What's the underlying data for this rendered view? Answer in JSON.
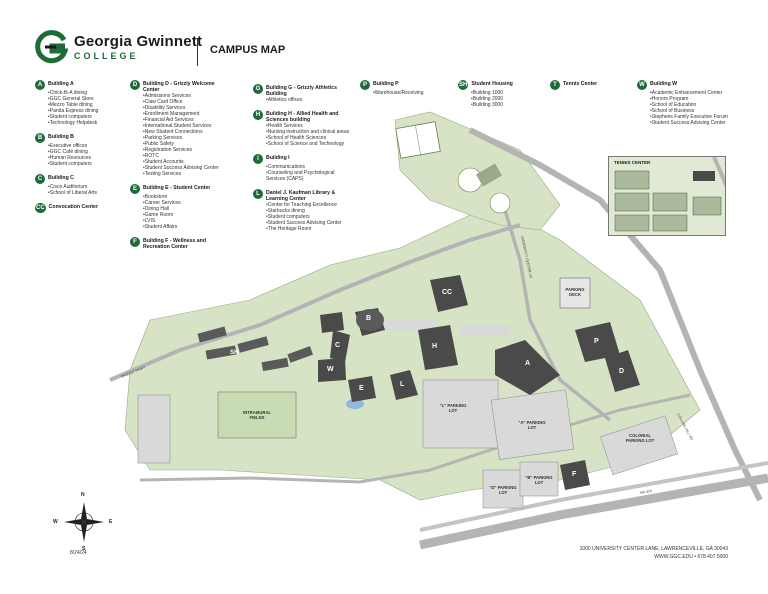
{
  "header": {
    "logo_name": "Georgia Gwinnett",
    "logo_sub": "COLLEGE",
    "title": "CAMPUS MAP"
  },
  "legend": {
    "col1": [
      {
        "badge": "A",
        "title": "Building A",
        "items": [
          "Chick-fil-A dining",
          "GGC General Store",
          "Mezzo Table dining",
          "Panda Express dining",
          "Student computers",
          "Technology Helpdesk"
        ]
      },
      {
        "badge": "B",
        "title": "Building B",
        "items": [
          "Executive offices",
          "GGC Café dining",
          "Human Resources",
          "Student computers"
        ]
      },
      {
        "badge": "C",
        "title": "Building C",
        "items": [
          "Cisco Auditorium",
          "School of Liberal Arts"
        ]
      },
      {
        "badge": "CC",
        "title": "Convocation Center",
        "items": []
      }
    ],
    "col2": [
      {
        "badge": "D",
        "title": "Building D - Grizzly Welcome Center",
        "items": [
          "Admissions Services",
          "Claw Card Office",
          "Disability Services",
          "Enrollment Management",
          "Financial Aid Services",
          "International Student Services",
          "New Student Connections",
          "Parking Services",
          "Public Safety",
          "Registration Services",
          "ROTC",
          "Student Accounts",
          "Student Success Advising Center",
          "Testing Services"
        ]
      },
      {
        "badge": "E",
        "title": "Building E - Student Center",
        "items": [
          "Bookstore",
          "Career Services",
          "Dining Hall",
          "Game Room",
          "LVIS",
          "Student Affairs"
        ]
      },
      {
        "badge": "F",
        "title": "Building F - Wellness and Recreation Center",
        "items": []
      }
    ],
    "col3": [
      {
        "badge": "G",
        "title": "Building G - Grizzly Athletics Building",
        "items": [
          "Athletics offices"
        ]
      },
      {
        "badge": "H",
        "title": "Building H - Allied Health and Sciences building",
        "items": [
          "Health Services",
          "Nursing instruction and clinical areas",
          "School of Health Sciences",
          "School of Science and Technology"
        ]
      },
      {
        "badge": "I",
        "title": "Building I",
        "items": [
          "Communications",
          "Counseling and Psychological Services (CAPS)"
        ]
      },
      {
        "badge": "L",
        "title": "Daniel J. Kaufman Library & Learning Center",
        "items": [
          "Center for Teaching Excellence",
          "Starbucks dining",
          "Student computers",
          "Student Success Advising Center",
          "The Heritage Room"
        ]
      }
    ],
    "col4": [
      {
        "badge": "P",
        "title": "Building P",
        "items": [
          "Warehouse/Receiving"
        ]
      }
    ],
    "col5": [
      {
        "badge": "SH",
        "title": "Student Housing",
        "items": [
          "Building 1000",
          "Building 2000",
          "Building 3000"
        ]
      }
    ],
    "col6": [
      {
        "badge": "T",
        "title": "Tennis Center",
        "items": []
      }
    ],
    "col7": [
      {
        "badge": "W",
        "title": "Building W",
        "items": [
          "Academic Enhancement Center",
          "Honors Program",
          "School of Education",
          "School of Business",
          "Stephens Family Executive Forum",
          "Student Success Advising Center"
        ]
      }
    ]
  },
  "map": {
    "buildings": {
      "a": "A",
      "b": "B",
      "c": "C",
      "cc": "CC",
      "d": "D",
      "e": "E",
      "f": "F",
      "h": "H",
      "l": "L",
      "p": "P",
      "w": "W",
      "sh": "SH"
    },
    "lots": {
      "l_lot": "\"L\" PARKING LOT",
      "a_lot": "\"A\" PARKING LOT",
      "d_lot": "\"D\" PARKING LOT",
      "b_lot": "\"B\" PARKING LOT",
      "colonial": "COLONIAL PARKING LOT",
      "deck": "PARKING DECK"
    },
    "fields": {
      "intramural": "INTRAMURAL FIELDS"
    },
    "inset_title": "TENNIS CENTER",
    "roads": {
      "grizzly": "GRIZZLY PKWY",
      "collins": "COLLINS HILL RD",
      "ggc_blvd": "UNIVERSITY CENTER LN",
      "hwy316": "SR 316"
    },
    "colors": {
      "grass": "#d6e4c5",
      "road": "#b4b4b4",
      "building": "#4a4a4a",
      "parking": "#d9d9d9",
      "accent": "#1e6b3a"
    }
  },
  "compass": {
    "n": "N",
    "s": "S",
    "e": "E",
    "w": "W"
  },
  "footer": {
    "date": "8/24/24",
    "address_line1": "1000 UNIVERSITY CENTER LANE, LAWRENCEVILLE, GA 30043",
    "address_line2": "WWW.GGC.EDU  •  678.407.5000"
  }
}
